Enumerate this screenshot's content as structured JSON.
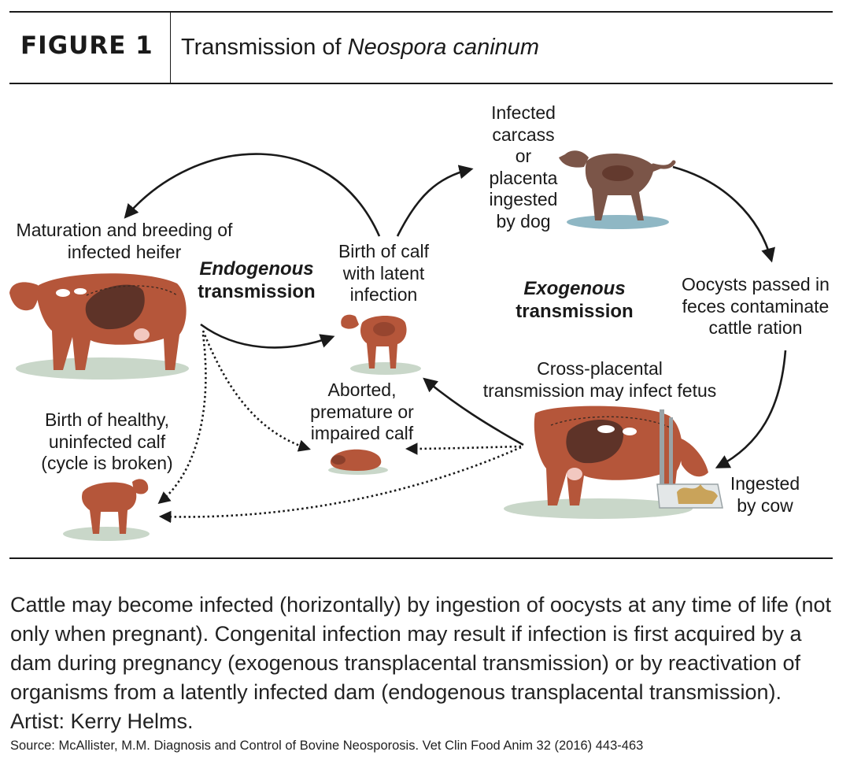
{
  "header": {
    "figure_label": "FIGURE 1",
    "title_prefix": "Transmission of ",
    "title_italic": "Neospora caninum"
  },
  "labels": {
    "maturation": "Maturation and breeding of\ninfected heifer",
    "endogenous_em": "Endogenous",
    "endogenous_word": "transmission",
    "birth_latent": "Birth of calf\nwith latent\ninfection",
    "carcass": "Infected\ncarcass\nor\nplacenta\ningested\nby dog",
    "exogenous_em": "Exogenous",
    "exogenous_word": "transmission",
    "oocysts": "Oocysts passed in\nfeces contaminate\ncattle ration",
    "cross_placental": "Cross-placental\ntransmission may infect fetus",
    "aborted": "Aborted,\npremature or\nimpaired calf",
    "healthy": "Birth of healthy,\nuninfected calf\n(cycle is broken)",
    "ingested": "Ingested\nby cow"
  },
  "caption": "Cattle may become infected (horizontally) by ingestion of oocysts at any time of life (not only when pregnant). Congenital infection may result if infection is first acquired by a dam during pregnancy (exogenous transplacental transmission) or by reactivation of organisms from a latently infected dam (endogenous transplacental transmission). Artist: Kerry Helms.",
  "source": "Source: McAllister, M.M. Diagnosis and Control of Bovine Neosporosis. Vet Clin Food Anim 32 (2016) 443-463",
  "colors": {
    "animal": "#b5563a",
    "animal_dark": "#8a3f2b",
    "organ": "#5e3328",
    "dog": "#7b5548",
    "ground": "#c9d7c9",
    "water": "#8fb7c4",
    "hay": "#c9a35a",
    "ink": "#1a1a1a"
  }
}
